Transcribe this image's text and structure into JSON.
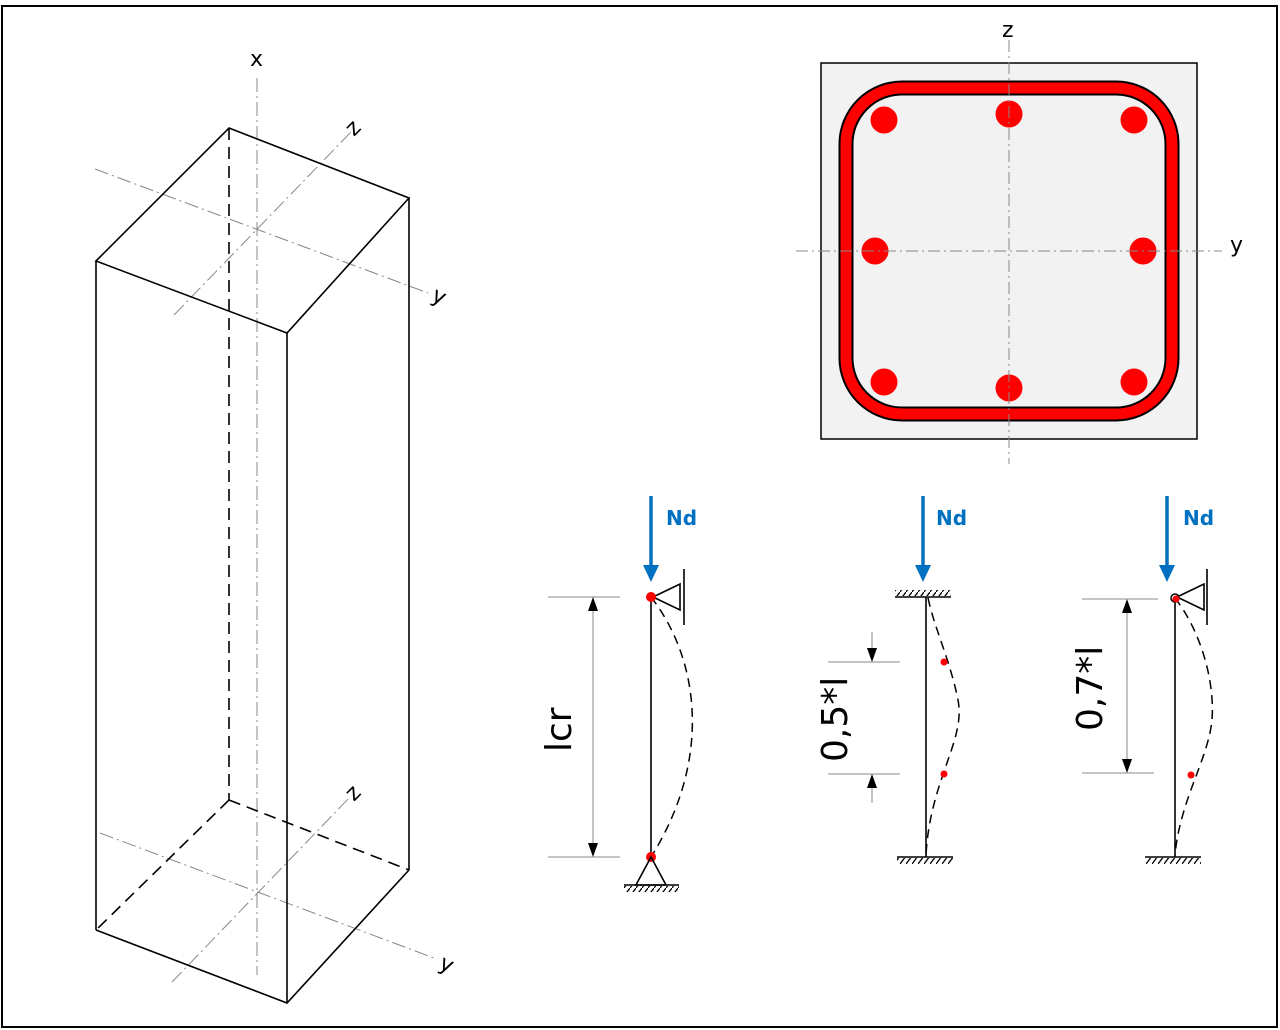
{
  "column_3d": {
    "axis_labels": {
      "x": "x",
      "z_top": "z",
      "y_top": "y",
      "z_bottom": "z",
      "y_bottom": "y"
    }
  },
  "cross_section": {
    "axis_labels": {
      "z": "z",
      "y": "y"
    },
    "concrete_fill": "#f2f2f2",
    "rebar_color": "#ff0000",
    "rebar_count": 8,
    "stirrup_color": "#ff0000"
  },
  "buckling_cases": [
    {
      "load_label": "Nd",
      "length_label": "lcr",
      "support_top": "pinned-roller",
      "support_bottom": "pinned"
    },
    {
      "load_label": "Nd",
      "length_label": "0,5*l",
      "support_top": "fixed",
      "support_bottom": "fixed"
    },
    {
      "load_label": "Nd",
      "length_label": "0,7*l",
      "support_top": "pinned-roller",
      "support_bottom": "fixed"
    }
  ],
  "colors": {
    "load_arrow": "#0070c0",
    "inflection_point": "#ff0000",
    "line": "#000000",
    "axis": "#808080"
  }
}
